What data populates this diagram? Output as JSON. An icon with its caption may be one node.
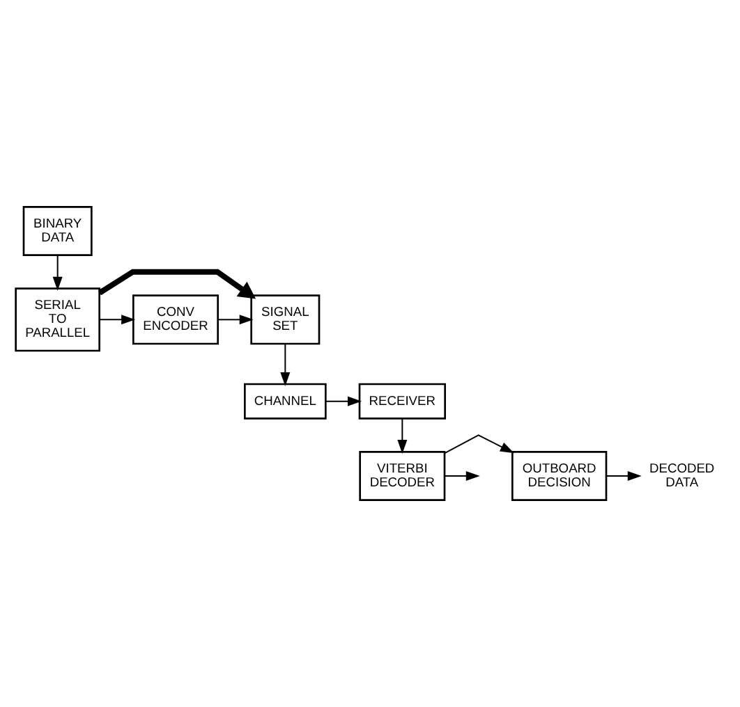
{
  "diagram": {
    "nodes": [
      {
        "text": [
          "BINARY DATA"
        ]
      },
      {
        "text": [
          "SERIAL TO PARALLEL"
        ]
      },
      {
        "text": [
          "CONV ENCODER"
        ]
      },
      {
        "text": [
          "SIGNAL SET"
        ]
      },
      {
        "text": [
          "CHANNEL"
        ]
      },
      {
        "text": [
          "RECEIVER"
        ]
      },
      {
        "text": [
          "VITERBI DECODER"
        ]
      },
      {
        "text": [
          "OUTBOARD DECISION"
        ]
      },
      {
        "text": [
          "DECODED DATA"
        ]
      }
    ],
    "edges": [
      {
        "from": 0,
        "to": 1,
        "arrow": "to"
      },
      {
        "from": 1,
        "to": 3,
        "arrow": "to",
        "style": "thick"
      },
      {
        "from": 1,
        "to": 2,
        "arrow": "to"
      },
      {
        "from": 2,
        "to": 3,
        "arrow": "to"
      },
      {
        "from": 3,
        "to": 4,
        "arrow": "to"
      },
      {
        "from": 4,
        "to": 5,
        "arrow": "to"
      },
      {
        "from": 5,
        "to": 6,
        "arrow": "to"
      },
      {
        "from": 6,
        "to": null,
        "arrow": "to"
      },
      {
        "from": 6,
        "to": 7,
        "arrow": "to"
      },
      {
        "from": 7,
        "to": 8,
        "arrow": "to"
      }
    ]
  }
}
